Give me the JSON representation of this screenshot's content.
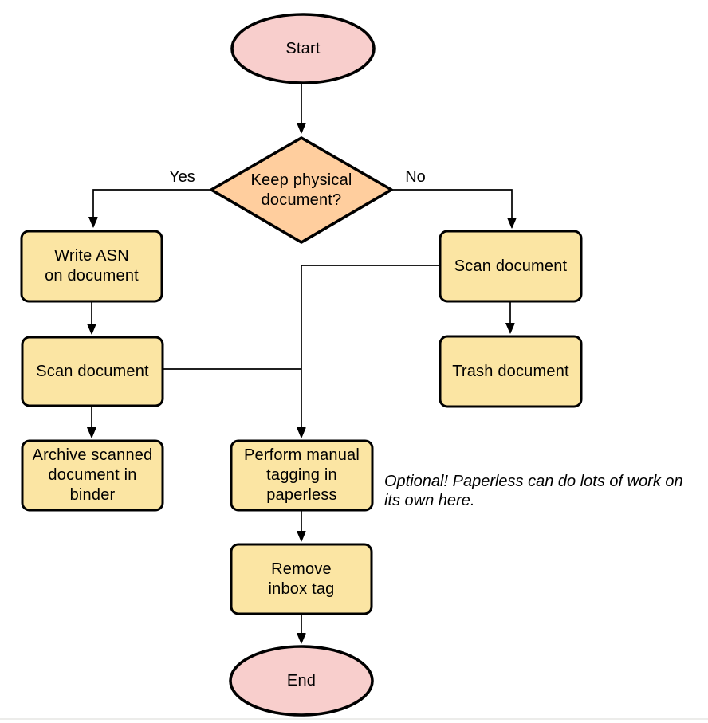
{
  "diagram": {
    "type": "flowchart",
    "colors": {
      "terminal_fill": "#F8CECC",
      "decision_fill": "#FFCE9E",
      "process_fill": "#FBE5A3",
      "stroke": "#000000"
    },
    "nodes": {
      "start": "Start",
      "decision": "Keep physical\ndocument?",
      "write_asn": "Write ASN\non document",
      "scan_left": "Scan document",
      "archive": "Archive scanned\ndocument in\nbinder",
      "scan_right": "Scan document",
      "trash": "Trash document",
      "tagging": "Perform manual\ntagging in\npaperless",
      "remove_inbox": "Remove\ninbox tag",
      "end": "End"
    },
    "edge_labels": {
      "yes": "Yes",
      "no": "No"
    },
    "note": "Optional! Paperless can do lots of work on\nits own here."
  }
}
